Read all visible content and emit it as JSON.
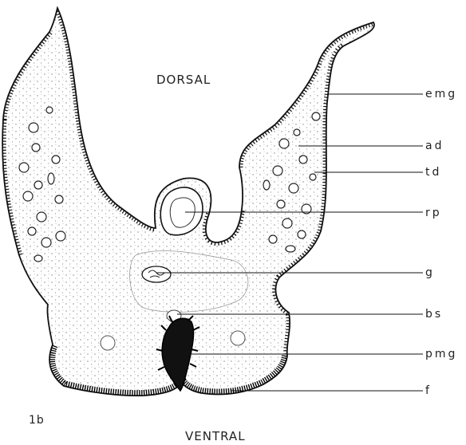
{
  "figure": {
    "number": "1b",
    "orientation": {
      "top": "DORSAL",
      "bottom": "VENTRAL"
    },
    "labels": [
      "emg",
      "ad",
      "td",
      "rp",
      "g",
      "bs",
      "pmg",
      "f"
    ]
  }
}
